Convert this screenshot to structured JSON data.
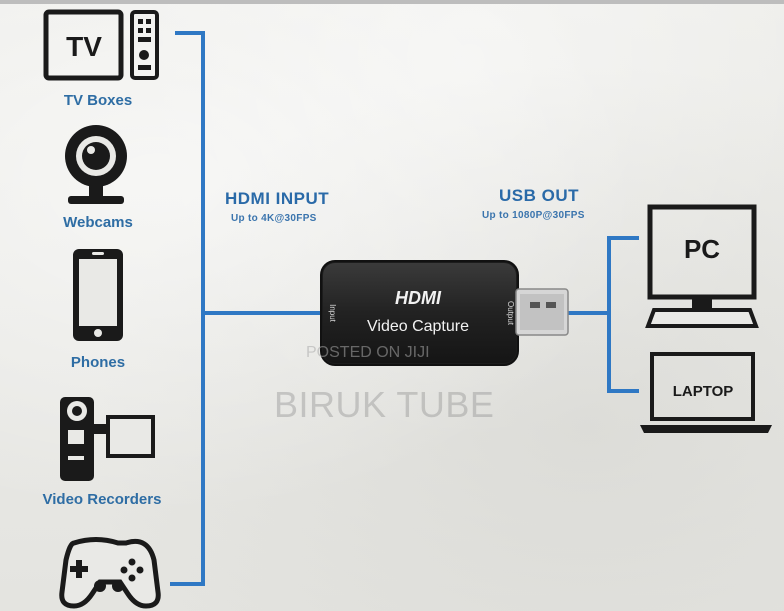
{
  "devices": {
    "tv": {
      "label": "TV Boxes",
      "screen_text": "TV"
    },
    "webcam": {
      "label": "Webcams"
    },
    "phone": {
      "label": "Phones"
    },
    "recorder": {
      "label": "Video Recorders"
    },
    "gamepad": {
      "label": ""
    }
  },
  "input": {
    "title": "HDMI INPUT",
    "subtitle": "Up to 4K@30FPS"
  },
  "output": {
    "title": "USB OUT",
    "subtitle": "Up to 1080P@30FPS"
  },
  "dongle": {
    "brand": "HDMI",
    "name": "Video Capture",
    "left_port": "Input",
    "right_port": "Output"
  },
  "targets": {
    "pc": "PC",
    "laptop": "LAPTOP"
  },
  "watermark": {
    "posted": "POSTED ON JIJI",
    "channel": "BIRUK TUBE"
  },
  "colors": {
    "line": "#2f78c4",
    "icon": "#1a1a1a",
    "label": "#2e6da4"
  }
}
